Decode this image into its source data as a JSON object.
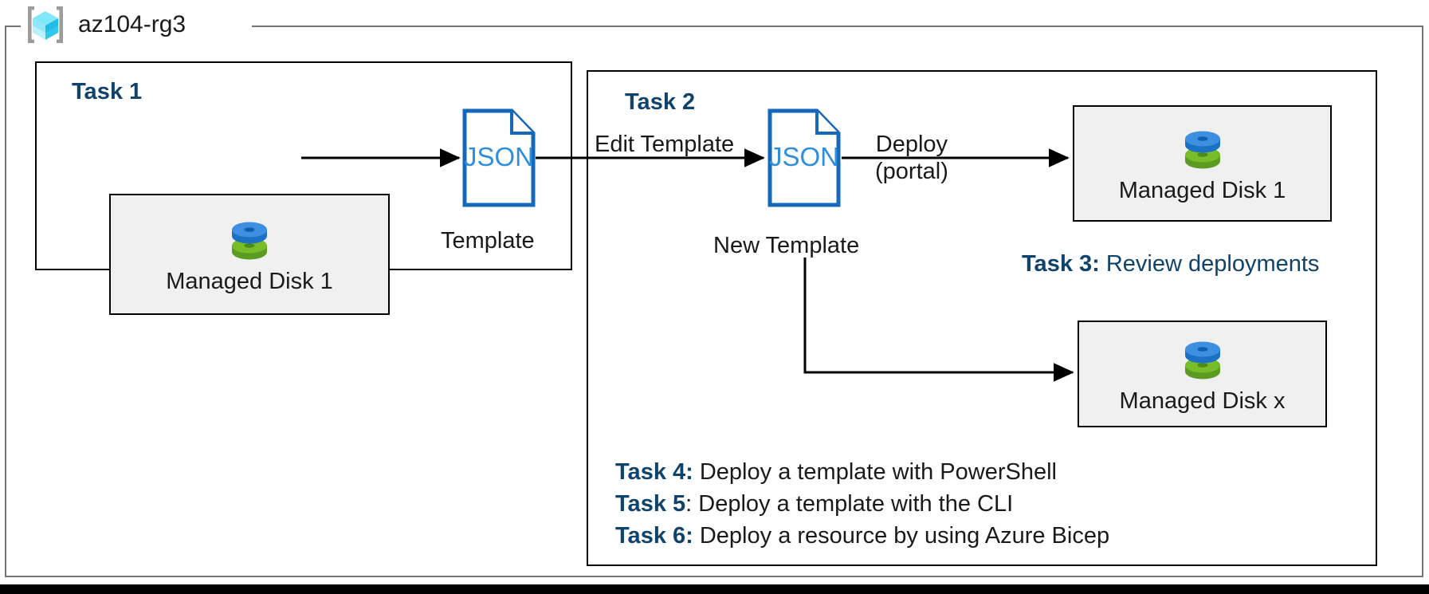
{
  "resource_group": {
    "name": "az104-rg3",
    "icon": "resource-group-cube-icon"
  },
  "panels": [
    {
      "id": "task1",
      "title": "Task 1"
    },
    {
      "id": "task2",
      "title": "Task 2"
    }
  ],
  "resources": [
    {
      "id": "disk1",
      "label": "Managed Disk 1",
      "icon": "managed-disk-icon"
    },
    {
      "id": "disk1b",
      "label": "Managed Disk 1",
      "icon": "managed-disk-icon"
    },
    {
      "id": "diskx",
      "label": "Managed Disk x",
      "icon": "managed-disk-icon"
    }
  ],
  "documents": [
    {
      "id": "template",
      "glyph_text": "JSON",
      "caption": "Template",
      "icon": "json-document-icon"
    },
    {
      "id": "new_template",
      "glyph_text": "JSON",
      "caption": "New Template",
      "icon": "json-document-icon"
    }
  ],
  "edges": [
    {
      "id": "disk_to_template",
      "label": ""
    },
    {
      "id": "template_to_new",
      "label": "Edit Template"
    },
    {
      "id": "new_to_disk1_portal",
      "label_line1": "Deploy",
      "label_line2": "(portal)"
    },
    {
      "id": "new_to_diskx",
      "label": ""
    }
  ],
  "notes": [
    {
      "id": "task3",
      "key": "Task 3:",
      "text": "Review deployments",
      "text_color": "blue"
    },
    {
      "id": "task4",
      "key": "Task 4:",
      "text": "Deploy a template with PowerShell",
      "text_color": "black"
    },
    {
      "id": "task5",
      "key": "Task 5",
      "text": ": Deploy a template with the CLI",
      "text_color": "black"
    },
    {
      "id": "task6",
      "key": "Task 6:",
      "text": "Deploy a resource by using Azure Bicep",
      "text_color": "black"
    }
  ],
  "colors": {
    "accent_blue": "#10436b",
    "json_blue": "#1668b8",
    "json_text_blue": "#2f8fdb",
    "frame_gray": "#747474",
    "box_fill": "#f0f0f0",
    "line_black": "#000000",
    "disk_blue": "#3d8ddb",
    "disk_green": "#6eb52a",
    "cube_cyan": "#4fd4f5"
  }
}
